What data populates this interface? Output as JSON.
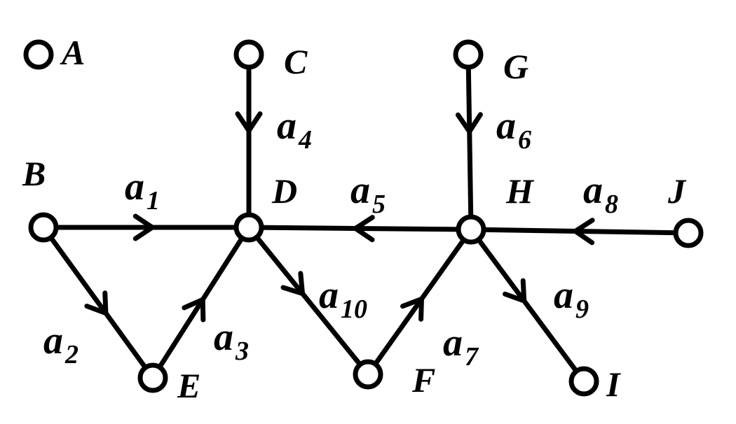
{
  "graph": {
    "nodes": [
      {
        "id": "A",
        "label": "A"
      },
      {
        "id": "B",
        "label": "B"
      },
      {
        "id": "C",
        "label": "C"
      },
      {
        "id": "D",
        "label": "D"
      },
      {
        "id": "E",
        "label": "E"
      },
      {
        "id": "F",
        "label": "F"
      },
      {
        "id": "G",
        "label": "G"
      },
      {
        "id": "H",
        "label": "H"
      },
      {
        "id": "I",
        "label": "I"
      },
      {
        "id": "J",
        "label": "J"
      }
    ],
    "edges": [
      {
        "id": "a1",
        "base": "a",
        "sub": "1",
        "from": "B",
        "to": "D"
      },
      {
        "id": "a2",
        "base": "a",
        "sub": "2",
        "from": "B",
        "to": "E"
      },
      {
        "id": "a3",
        "base": "a",
        "sub": "3",
        "from": "E",
        "to": "D"
      },
      {
        "id": "a4",
        "base": "a",
        "sub": "4",
        "from": "C",
        "to": "D"
      },
      {
        "id": "a5",
        "base": "a",
        "sub": "5",
        "from": "H",
        "to": "D"
      },
      {
        "id": "a6",
        "base": "a",
        "sub": "6",
        "from": "G",
        "to": "H"
      },
      {
        "id": "a7",
        "base": "a",
        "sub": "7",
        "from": "F",
        "to": "H"
      },
      {
        "id": "a8",
        "base": "a",
        "sub": "8",
        "from": "J",
        "to": "H"
      },
      {
        "id": "a9",
        "base": "a",
        "sub": "9",
        "from": "H",
        "to": "I"
      },
      {
        "id": "a10",
        "base": "a",
        "sub": "10",
        "from": "D",
        "to": "F"
      }
    ]
  }
}
